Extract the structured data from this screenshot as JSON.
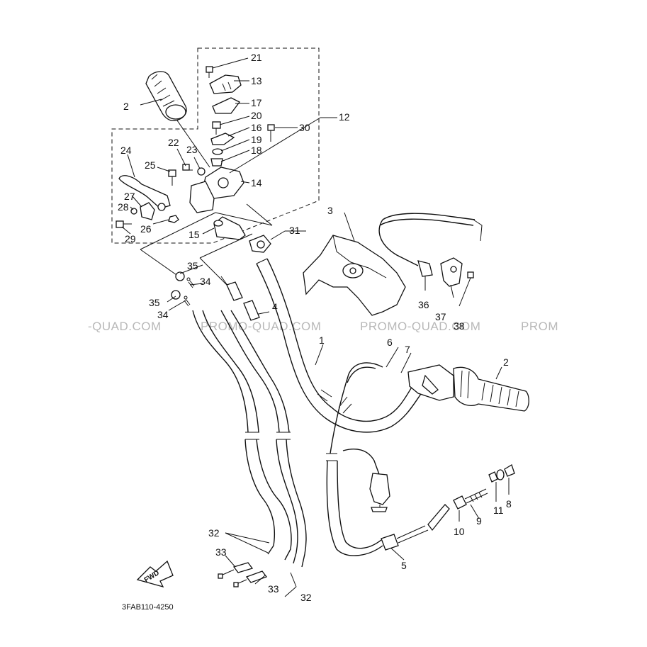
{
  "diagram": {
    "code": "3FAB110-4250",
    "fwd_label": "FWD",
    "watermarks": [
      "-QUAD.COM",
      "PROMO-QUAD.COM",
      "PROMO-QUAD.COM",
      "PROM"
    ]
  },
  "callouts": {
    "n1": "1",
    "n2a": "2",
    "n2b": "2",
    "n3": "3",
    "n4": "4",
    "n5": "5",
    "n6": "6",
    "n7": "7",
    "n8": "8",
    "n9": "9",
    "n10": "10",
    "n11": "11",
    "n12": "12",
    "n13": "13",
    "n14": "14",
    "n15": "15",
    "n16": "16",
    "n17": "17",
    "n18": "18",
    "n19": "19",
    "n20": "20",
    "n21": "21",
    "n22": "22",
    "n23": "23",
    "n24": "24",
    "n25": "25",
    "n26": "26",
    "n27": "27",
    "n28": "28",
    "n29": "29",
    "n30": "30",
    "n31": "31",
    "n32a": "32",
    "n32b": "32",
    "n33a": "33",
    "n33b": "33",
    "n34a": "34",
    "n34b": "34",
    "n35a": "35",
    "n35b": "35",
    "n36": "36",
    "n37": "37",
    "n38": "38"
  }
}
